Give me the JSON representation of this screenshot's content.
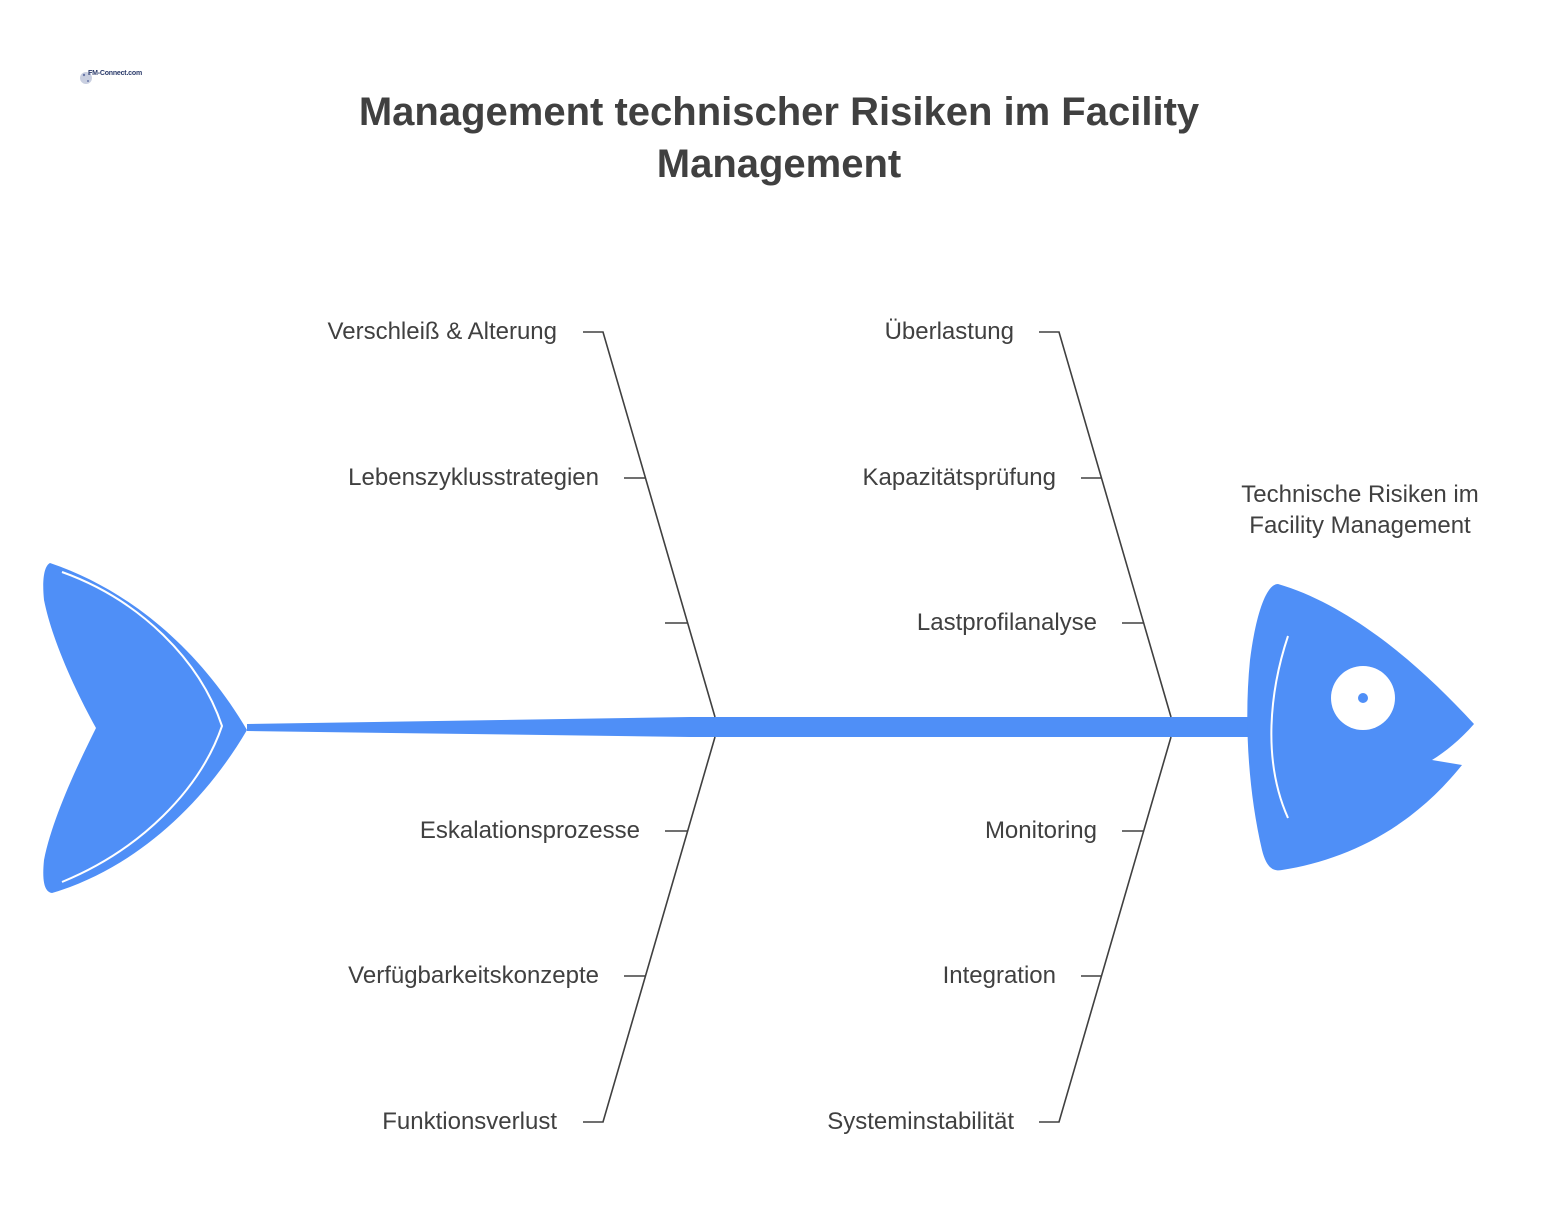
{
  "logo": {
    "text": "FM-Connect.com",
    "icon": "fm-connect-logo-icon"
  },
  "title": "Management technischer Risiken im Facility Management",
  "head": {
    "label": "Technische Risiken im Facility Management"
  },
  "colors": {
    "fish": "#4f8ff7",
    "text": "#404040",
    "line": "#404040",
    "background": "#ffffff"
  },
  "causes": {
    "left_top": [
      "Verschleiß & Alterung",
      "Lebenszyklusstrategien",
      ""
    ],
    "right_top": [
      "Überlastung",
      "Kapazitätsprüfung",
      "Lastprofilanalyse"
    ],
    "left_bottom": [
      "Eskalationsprozesse",
      "Verfügbarkeitskonzepte",
      "Funktionsverlust"
    ],
    "right_bottom": [
      "Monitoring",
      "Integration",
      "Systeminstabilität"
    ]
  }
}
